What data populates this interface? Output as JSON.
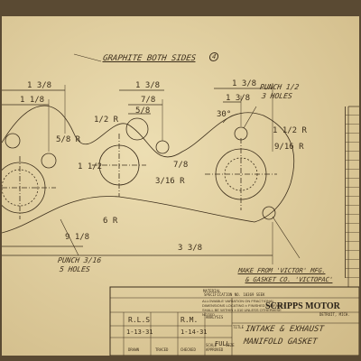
{
  "notes": {
    "graphite": "GRAPHITE BOTH SIDES",
    "graphite_circle": "4",
    "punch_top": "PUNCH 1/2",
    "punch_top_2": "3 HOLES",
    "punch_bottom": "PUNCH 3/16",
    "punch_bottom_2": "5 HOLES",
    "make_from": "MAKE FROM 'VICTOR' MFG.",
    "make_from_2": "& GASKET CO. 'VICTOPAC'"
  },
  "dims": {
    "top_left_a": "1 3/8",
    "top_left_b": "1 1/8",
    "top_mid_a": "1 3/8",
    "top_mid_b": "7/8",
    "top_mid_c": "5/8",
    "top_right_a": "1 3/8",
    "top_right_b": "1 3/8",
    "angle": "30°",
    "r_right": "1 1/2 R",
    "r_right_2": "9/16 R",
    "r_mid": "1/2 R",
    "left_r": "5/8 R",
    "bottom_r": "6 R",
    "bottom_left": "9 1/8",
    "bottom_total": "3 3/8",
    "mid_val": "1 1/2",
    "mid_val_2": "7/8",
    "small_r": "3/16 R"
  },
  "title_block": {
    "drawn": "R.L.S",
    "checked": "R.M.",
    "date1": "1-13-31",
    "date2": "1-14-31",
    "material_label": "MATERIAL",
    "material": "SPECIFICATION NO. 10369 SEEK",
    "analysis_label": "ANALYSIS",
    "title_label": "TITLE",
    "scale_label": "SCALE",
    "scale": "FULL",
    "size_label": "SIZE",
    "company": "SCRIPPS MOTOR",
    "location": "DETROIT, MICH.",
    "title_line1": "INTAKE & EXHAUST",
    "title_line2": "MANIFOLD GASKET",
    "roles": [
      "DRAWN",
      "TRACED",
      "CHECKED",
      "APPROVED"
    ],
    "fine_print": "ALLOWABLE VARIATION ON FRACTIONAL DIMENSIONS LOCATING ± FINISHED SURFACES SHALL BE WITHIN ±.010 UNLESS OTHERWISE NOTED"
  },
  "colors": {
    "paper": "#e3cf9c",
    "ink": "#3d2f1c",
    "background": "#5a4a33"
  }
}
